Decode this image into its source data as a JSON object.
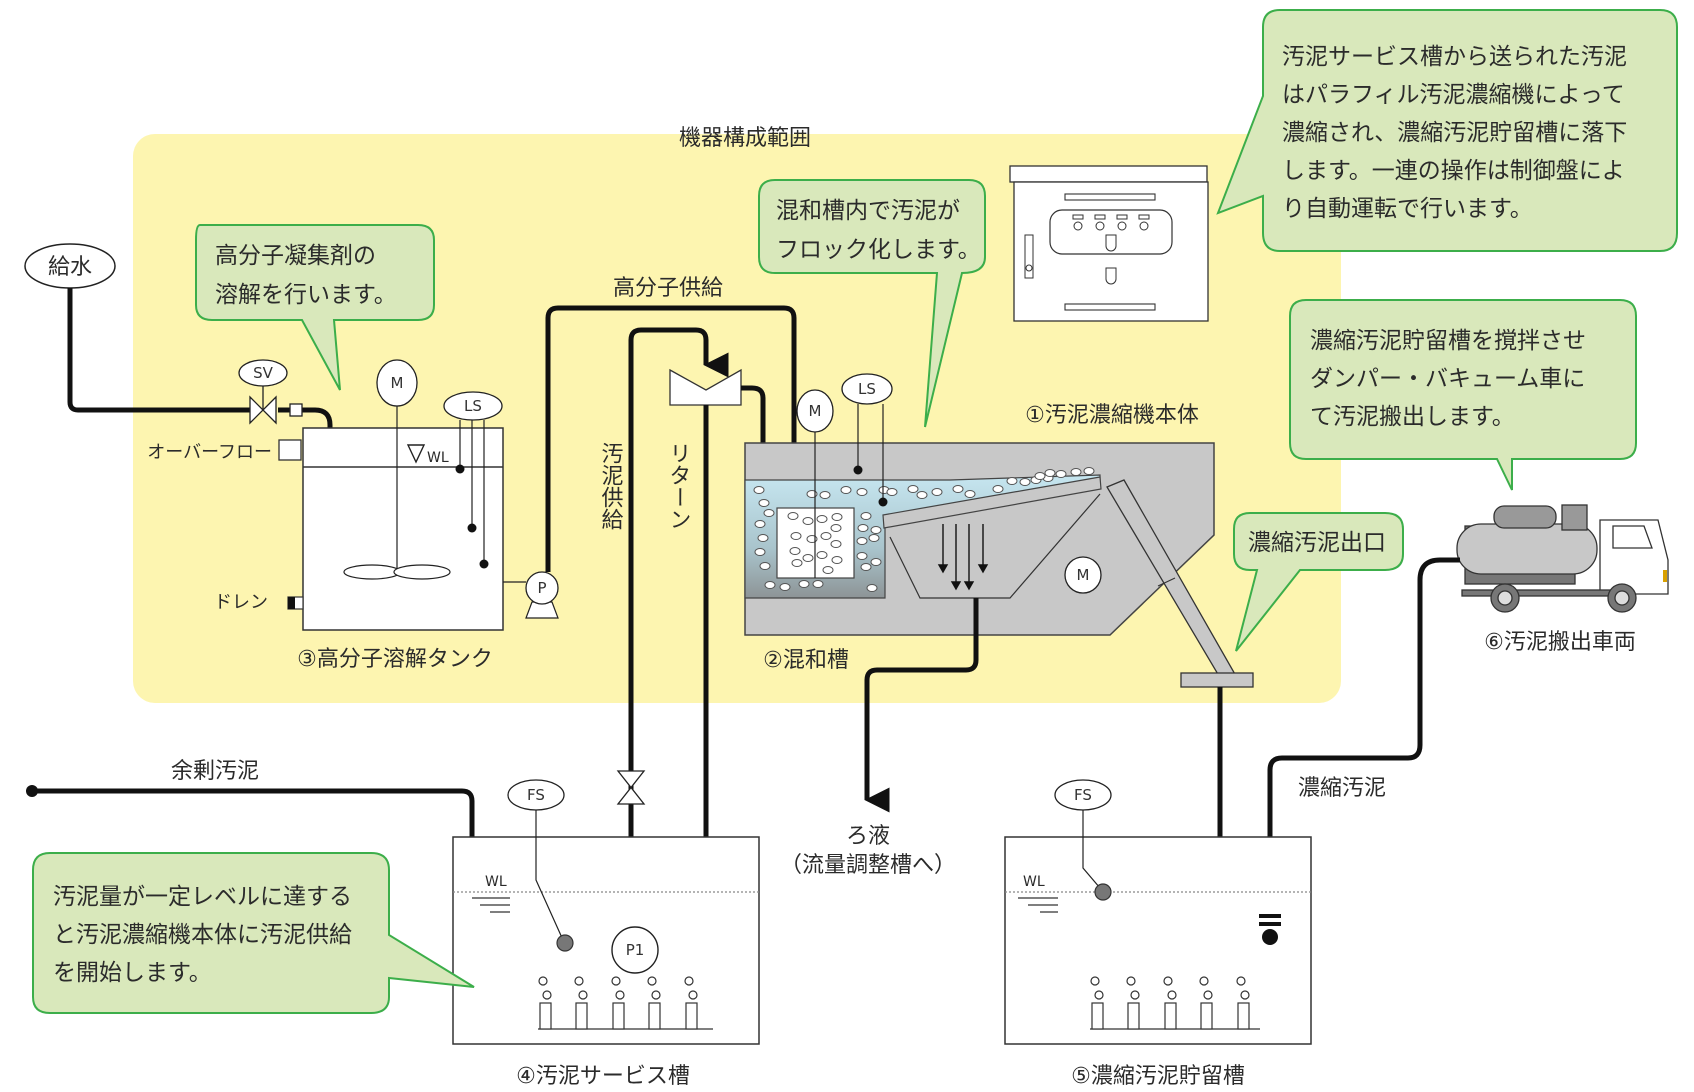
{
  "diagram": {
    "scope_label": "機器構成範囲",
    "colors": {
      "scope_fill": "#fdf5b0",
      "bubble_fill": "#d9e8bb",
      "bubble_stroke": "#3cae4a",
      "machine_gray": "#c8c8c8",
      "water_blue": "#bfe0ec",
      "pipe": "#111111"
    },
    "inputs": {
      "water_supply": "給水",
      "excess_sludge": "余剰汚泥"
    },
    "pipe_labels": {
      "polymer_supply": "高分子供給",
      "sludge_supply": "汚泥供給",
      "return": "リターン",
      "thickened_sludge": "濃縮汚泥",
      "filtrate_line1": "ろ液",
      "filtrate_line2": "（流量調整槽へ）"
    },
    "tank3": {
      "label": "③高分子溶解タンク",
      "overflow": "オーバーフロー",
      "drain": "ドレン",
      "wl": "WL",
      "sv_tag": "SV",
      "motor_tag": "M",
      "ls_tag": "LS",
      "pump_tag": "P"
    },
    "mixer": {
      "label": "②混和槽",
      "motor_tag": "M",
      "ls_tag": "LS"
    },
    "thickener": {
      "label": "①汚泥濃縮機本体",
      "motor_tag": "M"
    },
    "tank4": {
      "label": "④汚泥サービス槽",
      "fs_tag": "FS",
      "pump_tag": "P1",
      "wl": "WL"
    },
    "tank5": {
      "label": "⑤濃縮汚泥貯留槽",
      "fs_tag": "FS",
      "wl": "WL"
    },
    "truck": {
      "label": "⑥汚泥搬出車両"
    },
    "bubbles": {
      "polymer": [
        "高分子凝集剤の",
        "溶解を行います。"
      ],
      "floc": [
        "混和槽内で汚泥が",
        "フロック化します。"
      ],
      "control": [
        "汚泥サービス槽から送られた汚泥",
        "はパラフィル汚泥濃縮機によって",
        "濃縮され、濃縮汚泥貯留槽に落下",
        "します。一連の操作は制御盤によ",
        "り自動運転で行います。"
      ],
      "truck": [
        "濃縮汚泥貯留槽を撹拌させ",
        "ダンパー・バキューム車に",
        "て汚泥搬出します。"
      ],
      "outlet": [
        "濃縮汚泥出口"
      ],
      "service": [
        "汚泥量が一定レベルに達する",
        "と汚泥濃縮機本体に汚泥供給",
        "を開始します。"
      ]
    }
  }
}
